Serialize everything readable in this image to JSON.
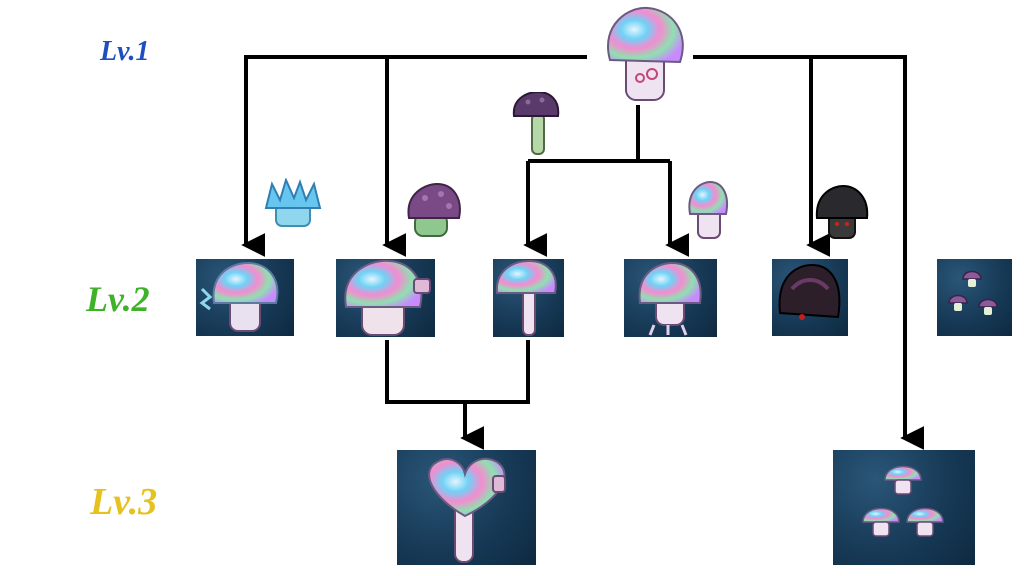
{
  "levels": {
    "lv1": {
      "label": "Lv.1",
      "color": "#1f4fbf"
    },
    "lv2": {
      "label": "Lv.2",
      "color": "#3fb22a"
    },
    "lv3": {
      "label": "Lv.3",
      "color": "#e6c21e"
    }
  },
  "nodes": [
    {
      "id": "hypno-root",
      "level": 1,
      "icon": "hypno-shroom-icon"
    },
    {
      "id": "ice-hypno",
      "level": 2,
      "icon": "ice-hypno-shroom-icon"
    },
    {
      "id": "fume-hypno",
      "level": 2,
      "icon": "fume-hypno-shroom-icon"
    },
    {
      "id": "scaredy-hypno",
      "level": 2,
      "icon": "scaredy-hypno-shroom-icon"
    },
    {
      "id": "double-hypno",
      "level": 2,
      "icon": "twin-hypno-shroom-icon"
    },
    {
      "id": "doom-hypno",
      "level": 2,
      "icon": "doom-hypno-shroom-icon"
    },
    {
      "id": "puff-group",
      "level": 2,
      "icon": "puff-shroom-group-icon"
    },
    {
      "id": "heart-hypno",
      "level": 3,
      "icon": "heart-hypno-shroom-icon"
    },
    {
      "id": "hypno-puff-group",
      "level": 3,
      "icon": "hypno-puff-shroom-group-icon"
    }
  ],
  "ingredients": [
    {
      "id": "ice-shroom",
      "icon": "ice-shroom-icon"
    },
    {
      "id": "fume-shroom",
      "icon": "fume-shroom-icon"
    },
    {
      "id": "scaredy-shroom",
      "icon": "scaredy-shroom-icon"
    },
    {
      "id": "hypno-shroom-small",
      "icon": "hypno-shroom-small-icon"
    },
    {
      "id": "doom-shroom",
      "icon": "doom-shroom-icon"
    }
  ],
  "colors": {
    "arrow": "#000000",
    "tile_bg": "#173a57"
  }
}
